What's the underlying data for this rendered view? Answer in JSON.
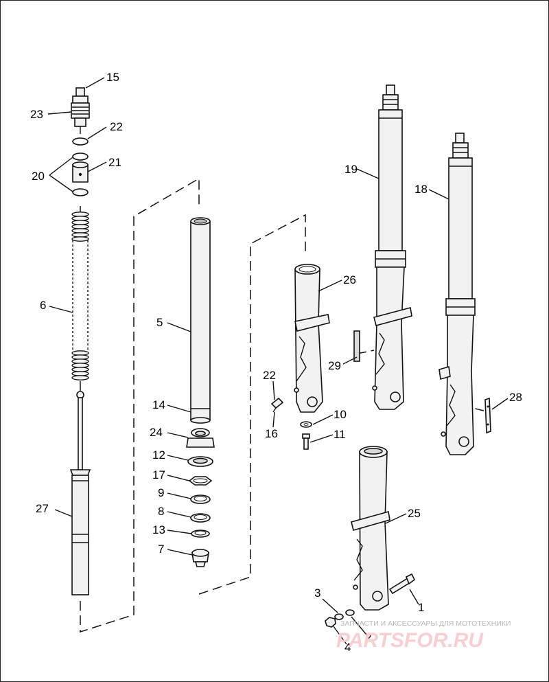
{
  "diagram": {
    "callouts": [
      "15",
      "23",
      "22",
      "21",
      "20",
      "6",
      "27",
      "5",
      "14",
      "24",
      "12",
      "17",
      "9",
      "8",
      "13",
      "7",
      "26",
      "22",
      "16",
      "10",
      "11",
      "29",
      "19",
      "18",
      "28",
      "25",
      "3",
      "1",
      "2",
      "4"
    ]
  },
  "watermark": {
    "tagline": "ЗАПЧАСТИ И АКСЕССУАРЫ ДЛЯ МОТОТЕХНИКИ",
    "logo": "PARTSFOR.RU"
  },
  "colors": {
    "line": "#111111",
    "watermark_logo": "#f7cfd2",
    "watermark_text": "#b9b9b9"
  }
}
